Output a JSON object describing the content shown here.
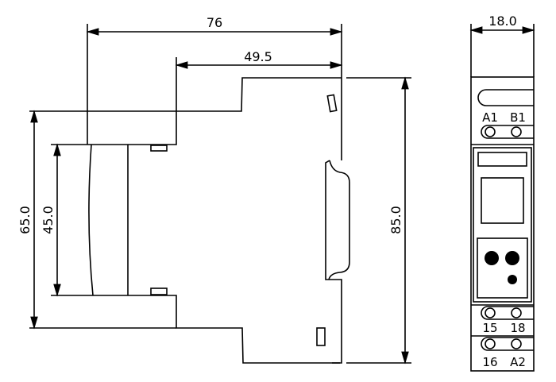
{
  "dimensions": {
    "overall_depth": "76",
    "depth_from_rail": "49.5",
    "height_step": "65.0",
    "front_height": "45.0",
    "overall_height": "85.0",
    "width": "18.0"
  },
  "terminals": {
    "top_left": "A1",
    "top_right": "B1",
    "bottom1_left": "15",
    "bottom1_right": "18",
    "bottom2_left": "16",
    "bottom2_right": "A2"
  },
  "colors": {
    "line": "#000000",
    "background": "#ffffff"
  }
}
